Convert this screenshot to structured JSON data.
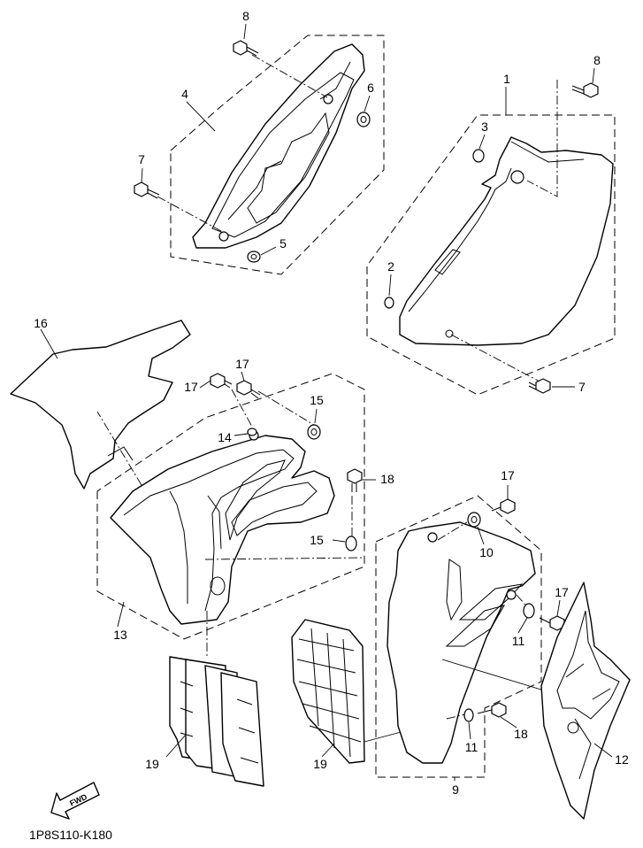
{
  "diagram": {
    "code": "1P8S110-K180",
    "fwd_label": "FWD",
    "callouts": [
      {
        "id": "c1",
        "text": "1"
      },
      {
        "id": "c2",
        "text": "2"
      },
      {
        "id": "c3",
        "text": "3"
      },
      {
        "id": "c4",
        "text": "4"
      },
      {
        "id": "c5",
        "text": "5"
      },
      {
        "id": "c6",
        "text": "6"
      },
      {
        "id": "c7a",
        "text": "7"
      },
      {
        "id": "c7b",
        "text": "7"
      },
      {
        "id": "c8a",
        "text": "8"
      },
      {
        "id": "c8b",
        "text": "8"
      },
      {
        "id": "c9",
        "text": "9"
      },
      {
        "id": "c10",
        "text": "10"
      },
      {
        "id": "c11a",
        "text": "11"
      },
      {
        "id": "c11b",
        "text": "11"
      },
      {
        "id": "c12",
        "text": "12"
      },
      {
        "id": "c13",
        "text": "13"
      },
      {
        "id": "c14",
        "text": "14"
      },
      {
        "id": "c15a",
        "text": "15"
      },
      {
        "id": "c15b",
        "text": "15"
      },
      {
        "id": "c16",
        "text": "16"
      },
      {
        "id": "c17a",
        "text": "17"
      },
      {
        "id": "c17b",
        "text": "17"
      },
      {
        "id": "c17c",
        "text": "17"
      },
      {
        "id": "c17d",
        "text": "17"
      },
      {
        "id": "c18a",
        "text": "18"
      },
      {
        "id": "c18b",
        "text": "18"
      },
      {
        "id": "c19a",
        "text": "19"
      },
      {
        "id": "c19b",
        "text": "19"
      }
    ]
  }
}
